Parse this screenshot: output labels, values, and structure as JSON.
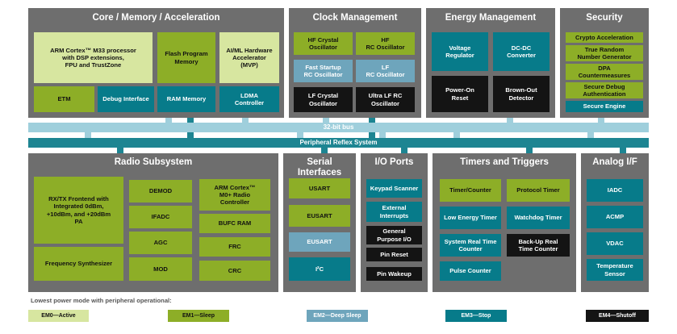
{
  "colors": {
    "em0": "#d7e6a0",
    "em1": "#8dae27",
    "em2": "#6ea5bc",
    "em3": "#077b8a",
    "em4": "#141414",
    "panel": "#6e6e6e",
    "bus_light": "#9fcfdc",
    "bus_dark": "#1d8592"
  },
  "core": {
    "title": "Core / Memory / Acceleration",
    "cpu": "ARM Cortex™ M33 processor\nwith DSP extensions,\nFPU and TrustZone",
    "flash": "Flash Program\nMemory",
    "aiml": "AI/ML Hardware\nAccelerator\n(MVP)",
    "etm": "ETM",
    "debug": "Debug Interface",
    "ram": "RAM Memory",
    "ldma": "LDMA\nController"
  },
  "clock": {
    "title": "Clock Management",
    "hfxo": "HF Crystal\nOscillator",
    "hfrco": "HF\nRC Oscillator",
    "fsrco": "Fast Startup\nRC Oscillator",
    "lfrco": "LF\nRC Oscillator",
    "lfxo": "LF Crystal\nOscillator",
    "ulfrco": "Ultra LF RC\nOscillator"
  },
  "energy": {
    "title": "Energy Management",
    "vreg": "Voltage\nRegulator",
    "dcdc": "DC-DC\nConverter",
    "por": "Power-On\nReset",
    "bod": "Brown-Out\nDetector"
  },
  "security": {
    "title": "Security",
    "crypto": "Crypto Acceleration",
    "trng": "True Random\nNumber Generator",
    "dpa": "DPA\nCountermeasures",
    "sdebug": "Secure Debug\nAuthentication",
    "sengine": "Secure Engine"
  },
  "bus": {
    "bus32": "32-bit bus",
    "prs": "Peripheral Reflex System"
  },
  "radio": {
    "title": "Radio Subsystem",
    "rxtx": "RX/TX Frontend with\nIntegrated 0dBm,\n+10dBm, and +20dBm\nPA",
    "synth": "Frequency Synthesizer",
    "demod": "DEMOD",
    "ifadc": "IFADC",
    "agc": "AGC",
    "mod": "MOD",
    "m0": "ARM Cortex™\nM0+ Radio\nController",
    "bufc": "BUFC RAM",
    "frc": "FRC",
    "crc": "CRC"
  },
  "serial": {
    "title": "Serial\nInterfaces",
    "usart": "USART",
    "eusart1": "EUSART",
    "eusart2": "EUSART",
    "i2c": "I²C"
  },
  "io": {
    "title": "I/O Ports",
    "keypad": "Keypad Scanner",
    "extint": "External\nInterrupts",
    "gpio": "General\nPurpose I/O",
    "pinreset": "Pin Reset",
    "pinwakeup": "Pin Wakeup"
  },
  "timers": {
    "title": "Timers and Triggers",
    "timer": "Timer/Counter",
    "protocol": "Protocol Timer",
    "letimer": "Low Energy Timer",
    "wdog": "Watchdog Timer",
    "sysrtc": "System Real Time\nCounter",
    "burtc": "Back-Up Real\nTime Counter",
    "pcnt": "Pulse Counter"
  },
  "analog": {
    "title": "Analog I/F",
    "iadc": "IADC",
    "acmp": "ACMP",
    "vdac": "VDAC",
    "temp": "Temperature\nSensor"
  },
  "legend": {
    "title": "Lowest power mode with peripheral operational:",
    "em0": "EM0—Active",
    "em1": "EM1—Sleep",
    "em2": "EM2—Deep Sleep",
    "em3": "EM3—Stop",
    "em4": "EM4—Shutoff"
  }
}
